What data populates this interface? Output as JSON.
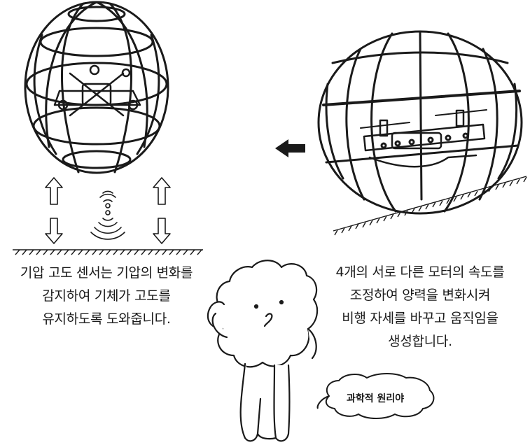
{
  "left_caption": {
    "lines": [
      "기압 고도 센서는 기압의 변화를",
      "감지하여 기체가 고도를",
      "유지하도록 도와줍니다."
    ]
  },
  "right_caption": {
    "lines": [
      "4개의 서로 다른 모터의 속도를",
      "조정하여 양력을 변화시켜",
      "비행 자세를 바꾸고 움직임을",
      "생성합니다."
    ]
  },
  "speech_bubble": {
    "text": "과학적 원리야"
  },
  "colors": {
    "line": "#1a1a1a",
    "background": "#ffffff"
  }
}
